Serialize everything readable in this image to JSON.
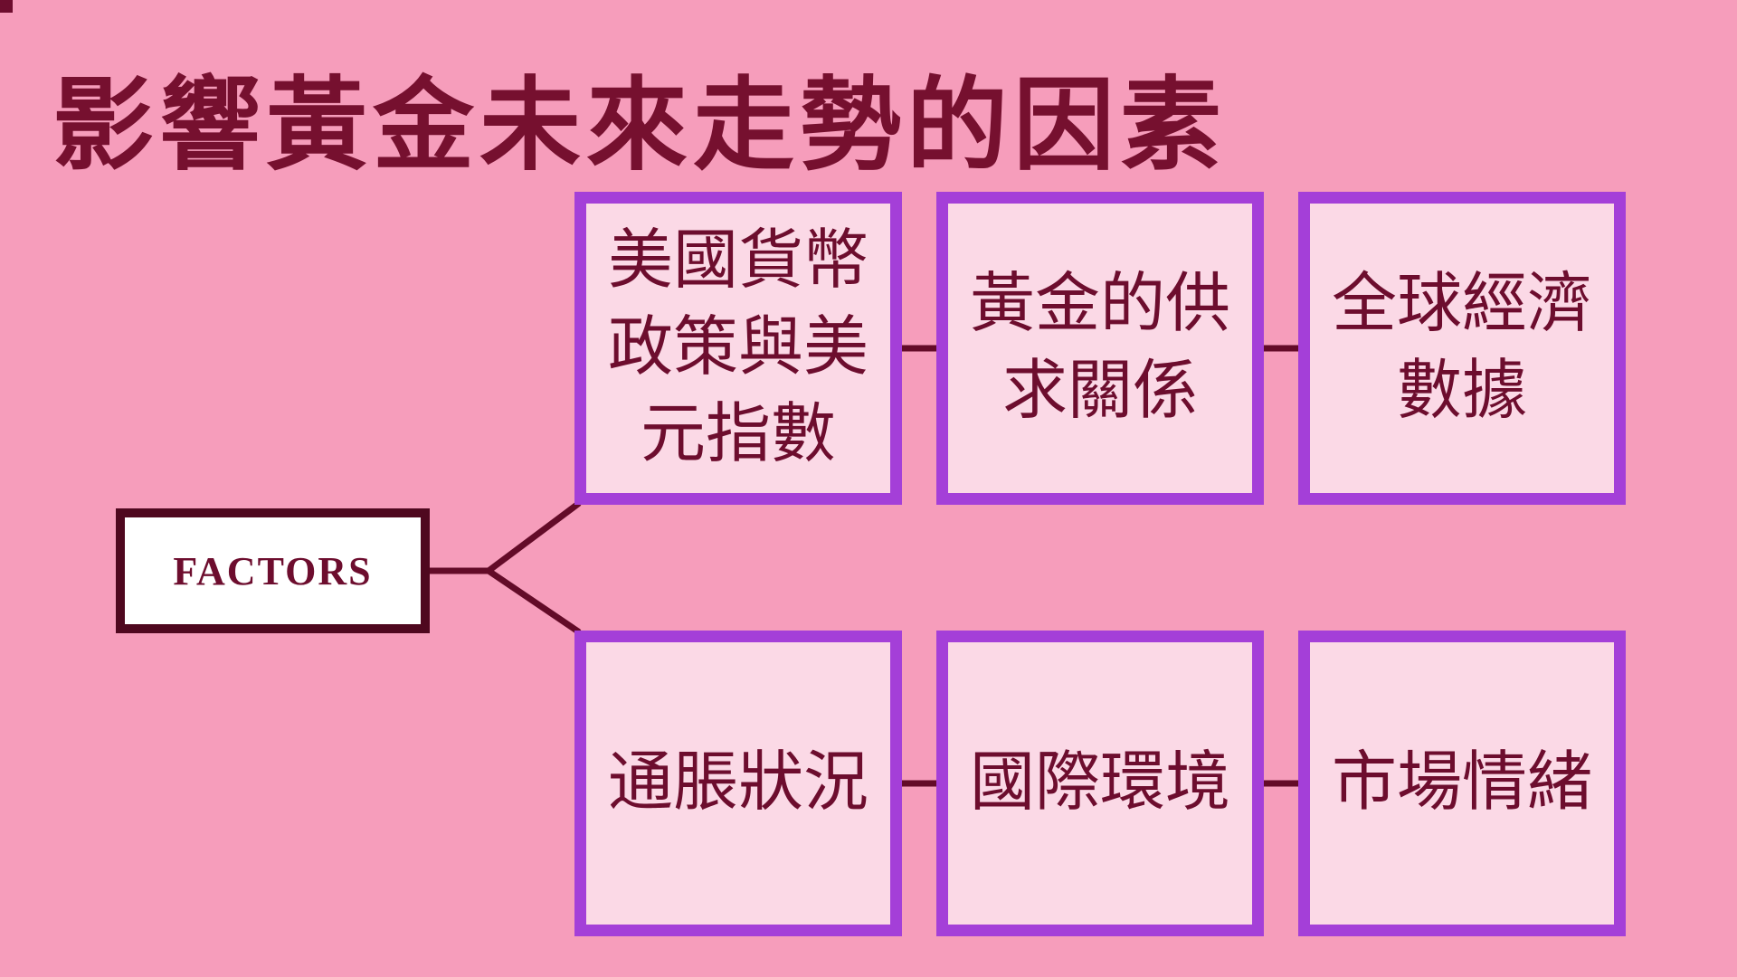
{
  "title": "影響黃金未來走勢的因素",
  "root": {
    "label": "FACTORS"
  },
  "boxes": [
    {
      "id": "us-monetary-policy-dollar-index",
      "label": "美國貨幣\n政策與美\n元指數"
    },
    {
      "id": "gold-supply-demand",
      "label": "黃金的供\n求關係"
    },
    {
      "id": "global-economic-data",
      "label": "全球經濟\n數據"
    },
    {
      "id": "inflation-situation",
      "label": "通脹狀況"
    },
    {
      "id": "international-environment",
      "label": "國際環境"
    },
    {
      "id": "market-sentiment",
      "label": "市場情緒"
    }
  ],
  "colors": {
    "background": "#F69DBB",
    "box_fill": "#FBD9E6",
    "box_border": "#A43FD8",
    "box_text": "#6D0D2E",
    "title_text": "#76102F",
    "root_fill": "#FFFFFF",
    "root_border": "#4F081F",
    "connector_line": "#630B28"
  }
}
